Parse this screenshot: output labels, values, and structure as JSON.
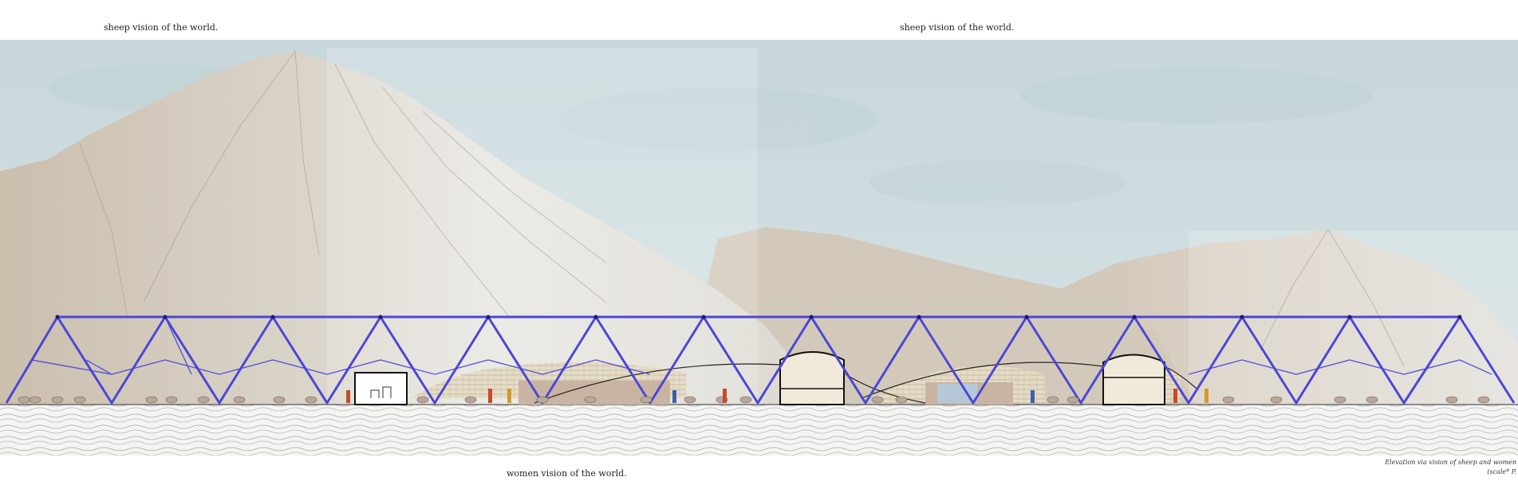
{
  "labels": {
    "sheep_left": "sheep vision of the world.",
    "sheep_right": "sheep vision of the world.",
    "women": "women vision of the world."
  },
  "caption": {
    "line1": "Elevation via vision of sheep and women",
    "line2": "(scale* P."
  },
  "colors": {
    "sky": "#cfdde0",
    "mountain_light": "#e4e2dc",
    "mountain_warm": "#cbbfae",
    "truss": "#4b47d6",
    "ground_pattern": "#9a9a9a",
    "hut_fill": "#f1eadb"
  },
  "icons": {
    "truss": "steel-truss-structure",
    "sheep": "sheep-figure",
    "women": "woman-figure"
  }
}
